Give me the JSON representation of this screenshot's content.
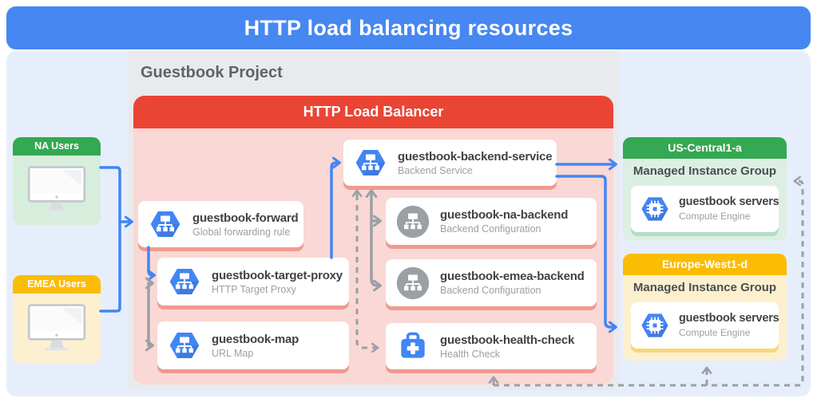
{
  "header": {
    "title": "HTTP load balancing resources"
  },
  "project": {
    "label": "Guestbook Project"
  },
  "users": [
    {
      "label": "NA Users",
      "color": "#34a853"
    },
    {
      "label": "EMEA Users",
      "color": "#fbbc04"
    }
  ],
  "load_balancer": {
    "title": "HTTP Load Balancer",
    "nodes": [
      {
        "title": "guestbook-forward",
        "subtitle": "Global forwarding rule",
        "icon": "network-hexagon-icon"
      },
      {
        "title": "guestbook-target-proxy",
        "subtitle": "HTTP Target Proxy",
        "icon": "network-hexagon-icon"
      },
      {
        "title": "guestbook-map",
        "subtitle": "URL Map",
        "icon": "network-hexagon-icon"
      },
      {
        "title": "guestbook-backend-service",
        "subtitle": "Backend Service",
        "icon": "network-hexagon-icon"
      },
      {
        "title": "guestbook-na-backend",
        "subtitle": "Backend Configuration",
        "icon": "network-circle-icon"
      },
      {
        "title": "guestbook-emea-backend",
        "subtitle": "Backend Configuration",
        "icon": "network-circle-icon"
      },
      {
        "title": "guestbook-health-check",
        "subtitle": "Health Check",
        "icon": "health-check-bag-icon"
      }
    ]
  },
  "instance_groups": [
    {
      "zone": "US-Central1-a",
      "type_label": "Managed Instance Group",
      "server_title": "guestbook servers",
      "server_subtitle": "Compute Engine",
      "icon": "compute-engine-hexagon-icon",
      "color": "#34a853"
    },
    {
      "zone": "Europe-West1-d",
      "type_label": "Managed Instance Group",
      "server_title": "guestbook servers",
      "server_subtitle": "Compute Engine",
      "icon": "compute-engine-hexagon-icon",
      "color": "#fbbc04"
    }
  ],
  "colors": {
    "header_blue": "#4285f4",
    "lb_red": "#ea4335",
    "lb_body_pink": "#f9d8d5",
    "green": "#34a853",
    "yellow": "#fbbc04",
    "arrow_blue": "#4285f4",
    "arrow_gray": "#9aa0a6",
    "panel_blue": "#e7eefb",
    "project_gray": "#e9eaee"
  }
}
